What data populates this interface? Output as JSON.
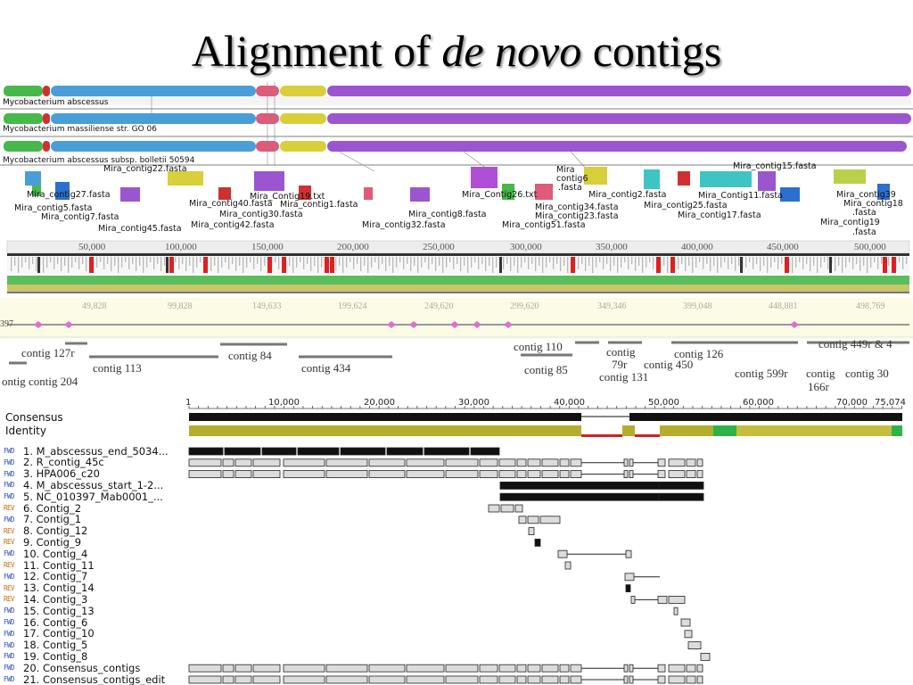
{
  "title": {
    "before": "Alignment of ",
    "italic": "de novo",
    "after": " contigs"
  },
  "mauve": {
    "genomes": [
      "Mycobacterium abscessus",
      "Mycobacterium massiliense str. GO 06",
      "Mycobacterium abscessus subsp. bolletii 50594"
    ],
    "contig_labels": [
      "Mira_contig22.fasta",
      "Mira_contig15.fasta",
      "Mira_contig27.fasta",
      "Mira_contig5.fasta",
      "Mira_contig7.fasta",
      "Mira_contig45.fasta",
      "Mira_contig40.fasta",
      "Mira_contig30.fasta",
      "Mira_contig42.fasta",
      "Mira_Contig19.txt",
      "Mira_contig1.fasta",
      "Mira_contig32.fasta",
      "Mira_contig8.fasta",
      "Mira_Contig26.txt",
      "Mira_contig51.fasta",
      "Mira_contig34.fasta",
      "Mira_contig23.fasta",
      "Mira_contig2.fasta",
      "Mira_contig25.fasta",
      "Mira_contig17.fasta",
      "Mira_Contig11.fasta",
      "Mira_contig39",
      "Mira_contig18",
      ".fasta",
      "Mira_contig19",
      ".fasta",
      "Mira",
      "contig6",
      ".fasta"
    ]
  },
  "coverage": {
    "ticks": [
      "50,000",
      "100,000",
      "150,000",
      "200,000",
      "250,000",
      "300,000",
      "350,000",
      "400,000",
      "450,000",
      "500,000"
    ]
  },
  "contig_map": {
    "start_label": "397",
    "ticks": [
      "49,828",
      "99,828",
      "149,633",
      "199,624",
      "249,620",
      "299,620",
      "349,346",
      "399,048",
      "448,881",
      "498,769"
    ],
    "labels": [
      "contig 127r",
      "contig 113",
      "ontig contig 204",
      "contig 84",
      "contig 434",
      "contig 110",
      "contig 85",
      "contig",
      "79r",
      "contig 131",
      "contig 450",
      "contig 126",
      "contig 599r",
      "contig",
      "166r",
      "contig 30",
      "contig 449r & 4"
    ]
  },
  "alignment": {
    "ruler": [
      "1",
      "10,000",
      "20,000",
      "30,000",
      "40,000",
      "50,000",
      "60,000",
      "70,000",
      "75,074"
    ],
    "consensus_label": "Consensus",
    "identity_label": "Identity",
    "tracks": [
      {
        "dir": "FWD",
        "name": "1. M_abscessus_end_5034..."
      },
      {
        "dir": "FWD",
        "name": "2. R_contig_45c"
      },
      {
        "dir": "FWD",
        "name": "3. HPA006_c20"
      },
      {
        "dir": "FWD",
        "name": "4. M_abscessus_start_1-2..."
      },
      {
        "dir": "FWD",
        "name": "5. NC_010397_Mab0001_..."
      },
      {
        "dir": "REV",
        "name": "6. Contig_2"
      },
      {
        "dir": "FWD",
        "name": "7. Contig_1"
      },
      {
        "dir": "REV",
        "name": "8. Contig_12"
      },
      {
        "dir": "REV",
        "name": "9. Contig_9"
      },
      {
        "dir": "FWD",
        "name": "10. Contig_4"
      },
      {
        "dir": "REV",
        "name": "11. Contig_11"
      },
      {
        "dir": "FWD",
        "name": "12. Contig_7"
      },
      {
        "dir": "REV",
        "name": "13. Contig_14"
      },
      {
        "dir": "REV",
        "name": "14. Contig_3"
      },
      {
        "dir": "FWD",
        "name": "15. Contig_13"
      },
      {
        "dir": "FWD",
        "name": "16. Contig_6"
      },
      {
        "dir": "FWD",
        "name": "17. Contig_10"
      },
      {
        "dir": "FWD",
        "name": "18. Contig_5"
      },
      {
        "dir": "FWD",
        "name": "19. Contig_8"
      },
      {
        "dir": "FWD",
        "name": "20. Consensus_contigs"
      },
      {
        "dir": "FWD",
        "name": "21. Consensus_contigs_edit"
      }
    ],
    "colors": {
      "fwd": "#2a4fc5",
      "rev": "#c26a12",
      "identity": "#b5ad2e",
      "identity_high": "#2db34a",
      "gap": "#cc2222"
    }
  }
}
